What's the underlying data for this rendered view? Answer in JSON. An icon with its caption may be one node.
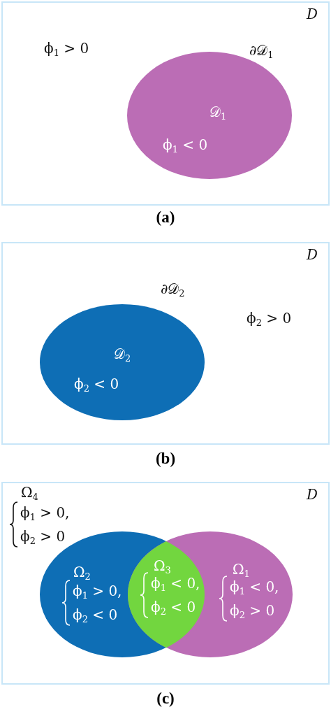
{
  "diagram": {
    "nodes": [
      {
        "text": [
          "D",
          "ϕ$_{1}$ > 0"
        ],
        "beside": [
          "(a)"
        ]
      },
      {
        "text": [
          "∂𝒟$_{1}$",
          "𝒟$_{1}$",
          "ϕ$_{1}$ < 0"
        ],
        "in": 0
      },
      {
        "text": [
          "D",
          "ϕ$_{2}$ > 0"
        ],
        "beside": [
          "(b)"
        ]
      },
      {
        "text": [
          "∂𝒟$_{2}$",
          "𝒟$_{2}$",
          "ϕ$_{2}$ < 0"
        ],
        "in": 2
      },
      {
        "text": [
          "Ω$_{4}$",
          "D",
          "ϕ$_{1}$ > 0, ϕ$_{2}$ > 0"
        ],
        "beside": [
          "(c)"
        ]
      },
      {
        "text": [
          "Ω$_{2}$",
          "ϕ$_{1}$ > 0, ϕ$_{2}$ < 0"
        ],
        "in": 4
      },
      {
        "text": [
          "Ω$_{3}$",
          "ϕ$_{1}$ < 0, ϕ$_{2}$ < 0"
        ]
      },
      {
        "text": [
          "Ω$_{1}$",
          "ϕ$_{1}$ < 0, ϕ$_{2}$ > 0"
        ],
        "in": 4
      }
    ]
  }
}
